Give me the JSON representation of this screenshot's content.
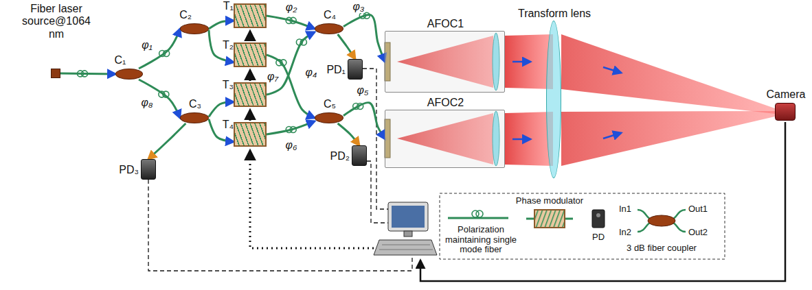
{
  "diagram": {
    "nodes": [
      {
        "text": [
          "Fiber laser source@1064 nm"
        ]
      },
      {
        "text": [
          "C₁"
        ]
      },
      {
        "text": [
          "C₂"
        ]
      },
      {
        "text": [
          "C₃"
        ]
      },
      {
        "text": [
          "T₁"
        ]
      },
      {
        "text": [
          "T₂"
        ]
      },
      {
        "text": [
          "T₃"
        ]
      },
      {
        "text": [
          "T₄"
        ]
      },
      {
        "text": [
          "C₄"
        ]
      },
      {
        "text": [
          "C₅"
        ]
      },
      {
        "text": [
          "PD₁"
        ]
      },
      {
        "text": [
          "PD₂"
        ]
      },
      {
        "text": [
          "PD₃"
        ]
      },
      {
        "text": [
          "AFOC1"
        ]
      },
      {
        "text": [
          "AFOC2"
        ]
      },
      {
        "text": [
          "Transform lens"
        ]
      },
      {
        "text": [
          "Camera"
        ]
      }
    ],
    "edges": [
      {
        "from": 0,
        "to": 1,
        "arrow": "to"
      },
      {
        "from": 1,
        "to": 2,
        "label": "φ₁",
        "arrow": "to"
      },
      {
        "from": 1,
        "to": 3,
        "label": "φ₈",
        "arrow": "to"
      },
      {
        "from": 2,
        "to": 4,
        "arrow": "to"
      },
      {
        "from": 2,
        "to": 5,
        "arrow": "to"
      },
      {
        "from": 3,
        "to": 6,
        "arrow": "to"
      },
      {
        "from": 3,
        "to": 7,
        "arrow": "to"
      },
      {
        "from": 4,
        "to": 8,
        "label": "φ₂",
        "arrow": "to"
      },
      {
        "from": 5,
        "to": 9,
        "label": "φ₇",
        "arrow": "to"
      },
      {
        "from": 6,
        "to": 8,
        "label": "φ₄",
        "arrow": "to"
      },
      {
        "from": 7,
        "to": 9,
        "label": "φ₆",
        "arrow": "to"
      },
      {
        "from": 8,
        "to": 13,
        "label": "φ₃",
        "arrow": "to"
      },
      {
        "from": 8,
        "to": 10,
        "arrow": "to"
      },
      {
        "from": 9,
        "to": 14,
        "label": "φ₅",
        "arrow": "to"
      },
      {
        "from": 9,
        "to": 11,
        "arrow": "to"
      },
      {
        "from": 3,
        "to": 12,
        "arrow": "to"
      }
    ],
    "labels": [
      "In1",
      "In2",
      "Out1",
      "Out2"
    ],
    "legend": [
      {
        "text": "Polarization maintaining single mode fiber"
      },
      {
        "text": "Phase modulator"
      },
      {
        "text": "PD"
      },
      {
        "text": "3 dB fiber coupler"
      }
    ]
  }
}
